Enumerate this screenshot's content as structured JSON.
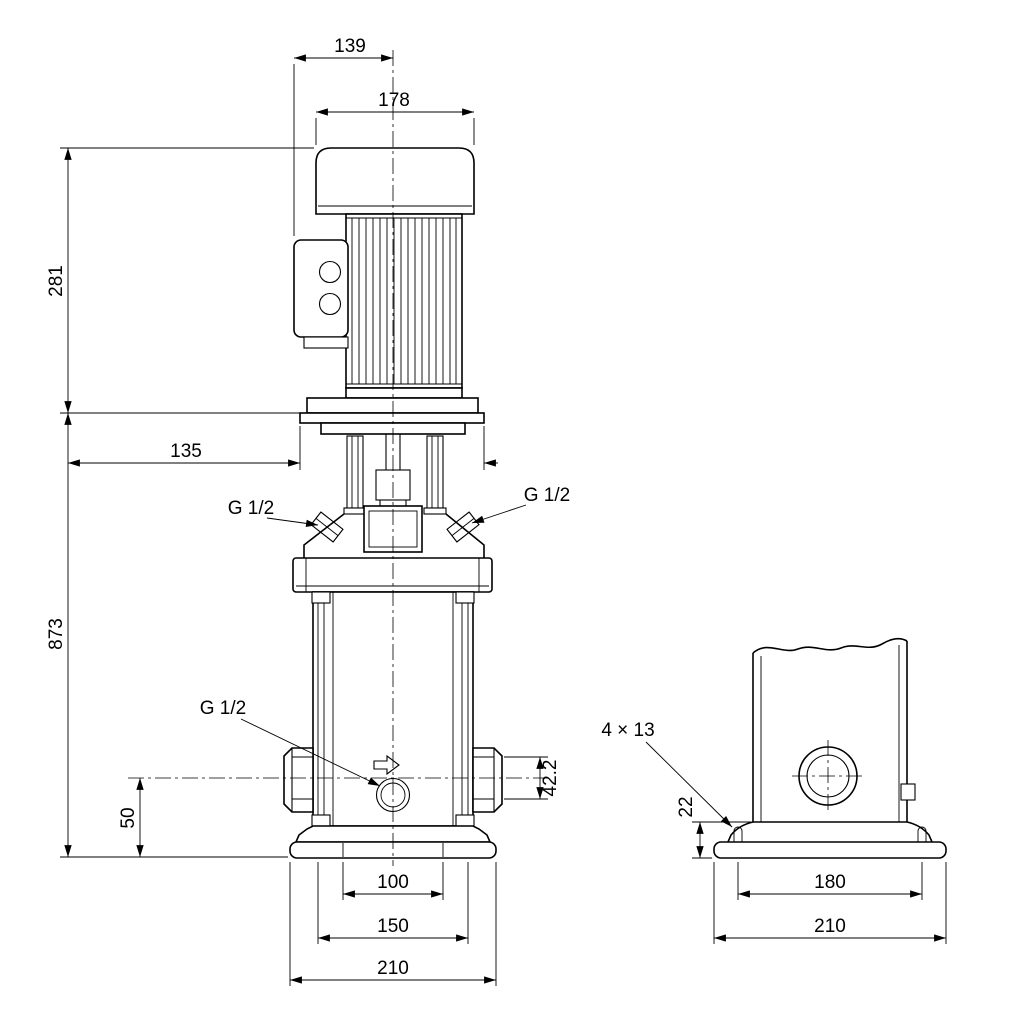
{
  "front_view": {
    "dim_terminal_box_width": "139",
    "dim_motor_width": "178",
    "dim_motor_height": "281",
    "dim_head_width": "135",
    "dim_pump_height": "873",
    "dim_port_center_height": "50",
    "dim_port_outer_diameter": "42.2",
    "label_vent_port_left": "G 1/2",
    "label_vent_port_right": "G 1/2",
    "label_drain_port": "G 1/2",
    "dim_base_hole_spacing": "100",
    "dim_base_mid_width": "150",
    "dim_base_overall_width": "210"
  },
  "side_view": {
    "label_bolt_holes": "4 × 13",
    "dim_base_height": "22",
    "dim_base_hole_spacing": "180",
    "dim_base_overall_width": "210"
  }
}
